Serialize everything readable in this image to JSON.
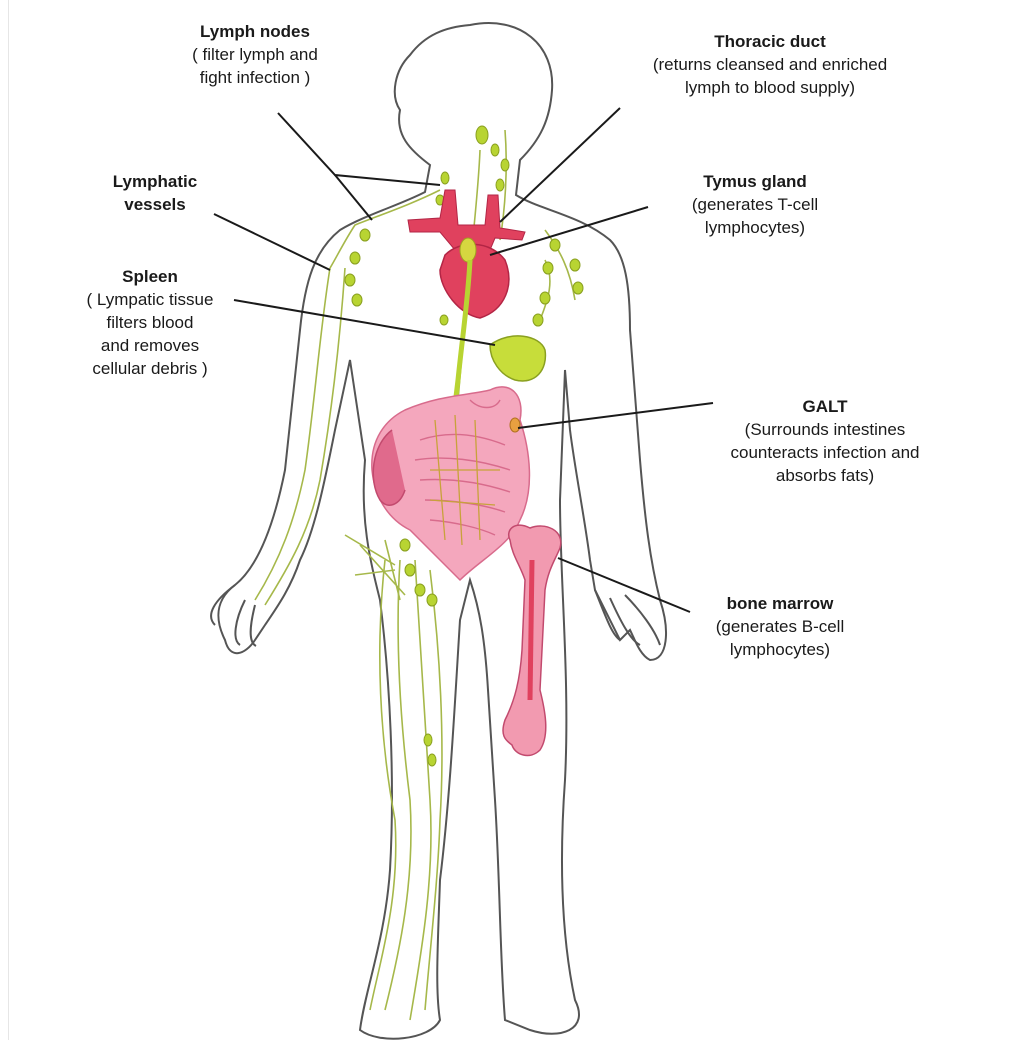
{
  "labels": {
    "lymph_nodes": {
      "title": "Lymph nodes",
      "desc": "( filter lymph and\nfight infection )"
    },
    "thoracic_duct": {
      "title": "Thoracic duct",
      "desc": "(returns cleansed and enriched\nlymph to blood supply)"
    },
    "lymphatic_vessels": {
      "title": "Lymphatic\nvessels",
      "desc": ""
    },
    "thymus_gland": {
      "title": "Tymus gland",
      "desc": "(generates T-cell\nlymphocytes)"
    },
    "spleen": {
      "title": "Spleen",
      "desc": "( Lympatic tissue\nfilters blood\nand removes\ncellular debris )"
    },
    "galt": {
      "title": "GALT",
      "desc": "(Surrounds intestines\ncounteracts infection and\nabsorbs fats)"
    },
    "bone_marrow": {
      "title": "bone marrow",
      "desc": "(generates B-cell\nlymphocytes)"
    }
  },
  "colors": {
    "body_outline": "#4a4a4a",
    "lymph_green": "#b8d432",
    "lymph_vessel": "#a6b84a",
    "heart_red": "#e0415e",
    "intestine_pink": "#f4a7bd",
    "intestine_dark": "#e06a8c",
    "bone_pink": "#f29ab0",
    "leader_line": "#1a1a1a"
  }
}
